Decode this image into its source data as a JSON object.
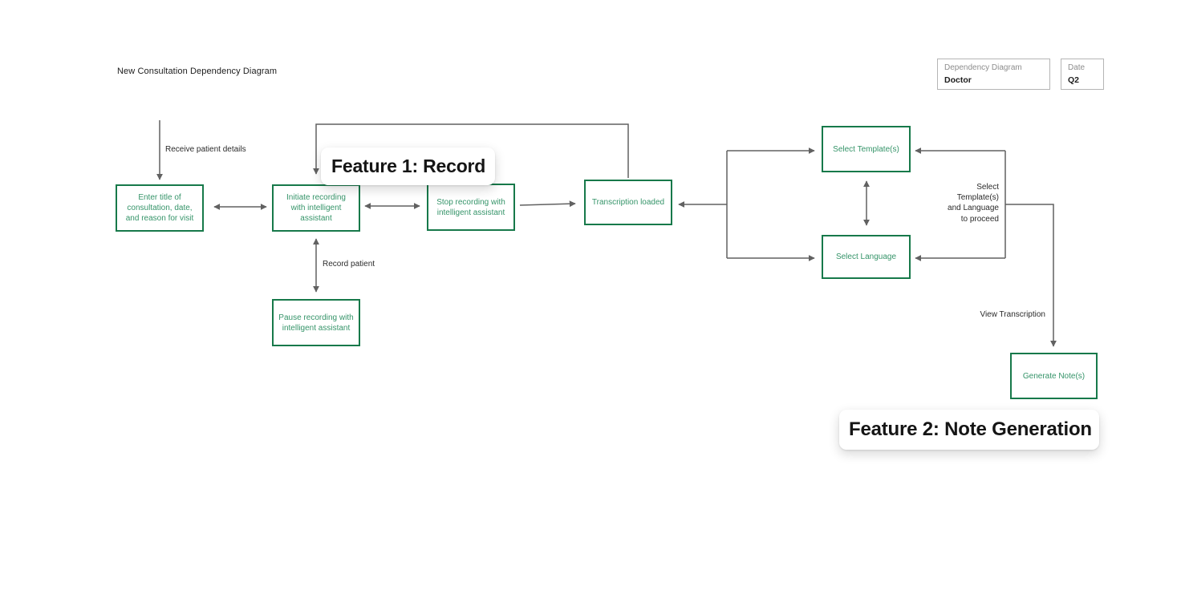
{
  "title": "New Consultation Dependency Diagram",
  "info_boxes": [
    {
      "label": "Dependency Diagram",
      "value": "Doctor"
    },
    {
      "label": "Date",
      "value": "Q2"
    }
  ],
  "nodes": [
    {
      "id": "enter-title",
      "label": "Enter title of consultation, date, and reason for visit"
    },
    {
      "id": "initiate-recording",
      "label": "Initiate recording with intelligent assistant"
    },
    {
      "id": "stop-recording",
      "label": "Stop recording with intelligent assistant"
    },
    {
      "id": "transcription-loaded",
      "label": "Transcription loaded"
    },
    {
      "id": "select-templates",
      "label": "Select Template(s)"
    },
    {
      "id": "select-language",
      "label": "Select Language"
    },
    {
      "id": "pause-recording",
      "label": "Pause recording with intelligent assistant"
    },
    {
      "id": "generate-notes",
      "label": "Generate Note(s)"
    }
  ],
  "edge_labels": [
    {
      "text": "Receive patient details"
    },
    {
      "text": "Record patient"
    },
    {
      "text": "Select\nTemplate(s)\nand Language\nto proceed"
    },
    {
      "text": "View Transcription"
    }
  ],
  "feature_cards": [
    {
      "label": "Feature 1: Record"
    },
    {
      "label": "Feature 2: Note Generation"
    }
  ],
  "colors": {
    "node_border": "#17794a",
    "node_text": "#359469",
    "connector": "#616161",
    "edge_label_text": "#2b2b2b",
    "card_text": "#151515",
    "info_border": "#b5b5b5",
    "info_label": "#8d8d8d",
    "info_value": "#1d1d1d",
    "background": "#ffffff"
  }
}
